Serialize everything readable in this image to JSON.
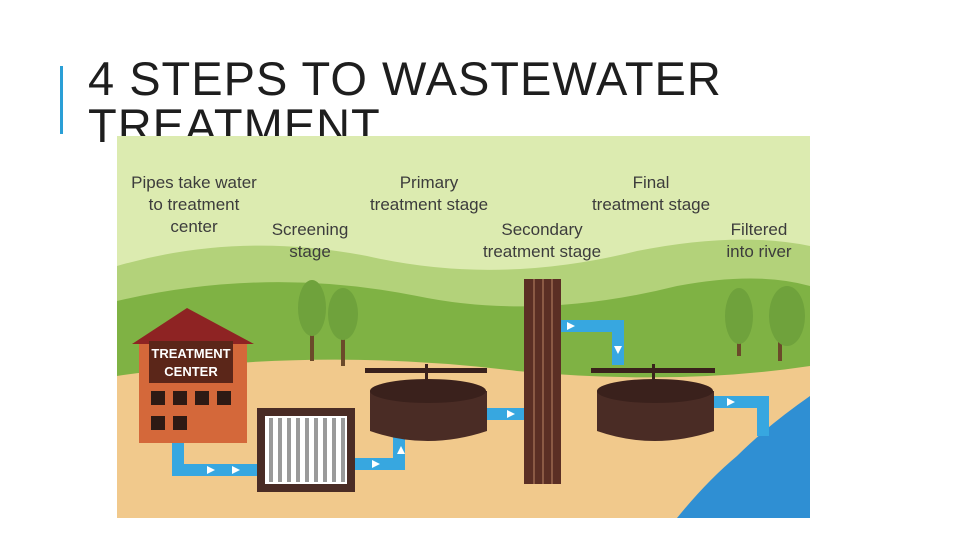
{
  "slide": {
    "title": "4 STEPS TO WASTEWATER TREATMENT"
  },
  "diagram": {
    "labels": {
      "pipes_line1": "Pipes take water",
      "pipes_line2": "to treatment",
      "pipes_line3": "center",
      "screening_line1": "Screening",
      "screening_line2": "stage",
      "primary_line1": "Primary",
      "primary_line2": "treatment stage",
      "secondary_line1": "Secondary",
      "secondary_line2": "treatment stage",
      "final_line1": "Final",
      "final_line2": "treatment stage",
      "filtered_line1": "Filtered",
      "filtered_line2": "into river"
    },
    "building": {
      "sign_line1": "TREATMENT",
      "sign_line2": "CENTER"
    },
    "colors": {
      "sky": "#dcebb0",
      "hill_far": "#b3d27a",
      "hill_near": "#7fb244",
      "soil": "#f1c98c",
      "pipe": "#37a7e0",
      "river": "#2f8fd3",
      "tank": "#4a2c25",
      "building": "#d4683a",
      "roof": "#8e2323",
      "accent": "#2a9fd6"
    }
  }
}
